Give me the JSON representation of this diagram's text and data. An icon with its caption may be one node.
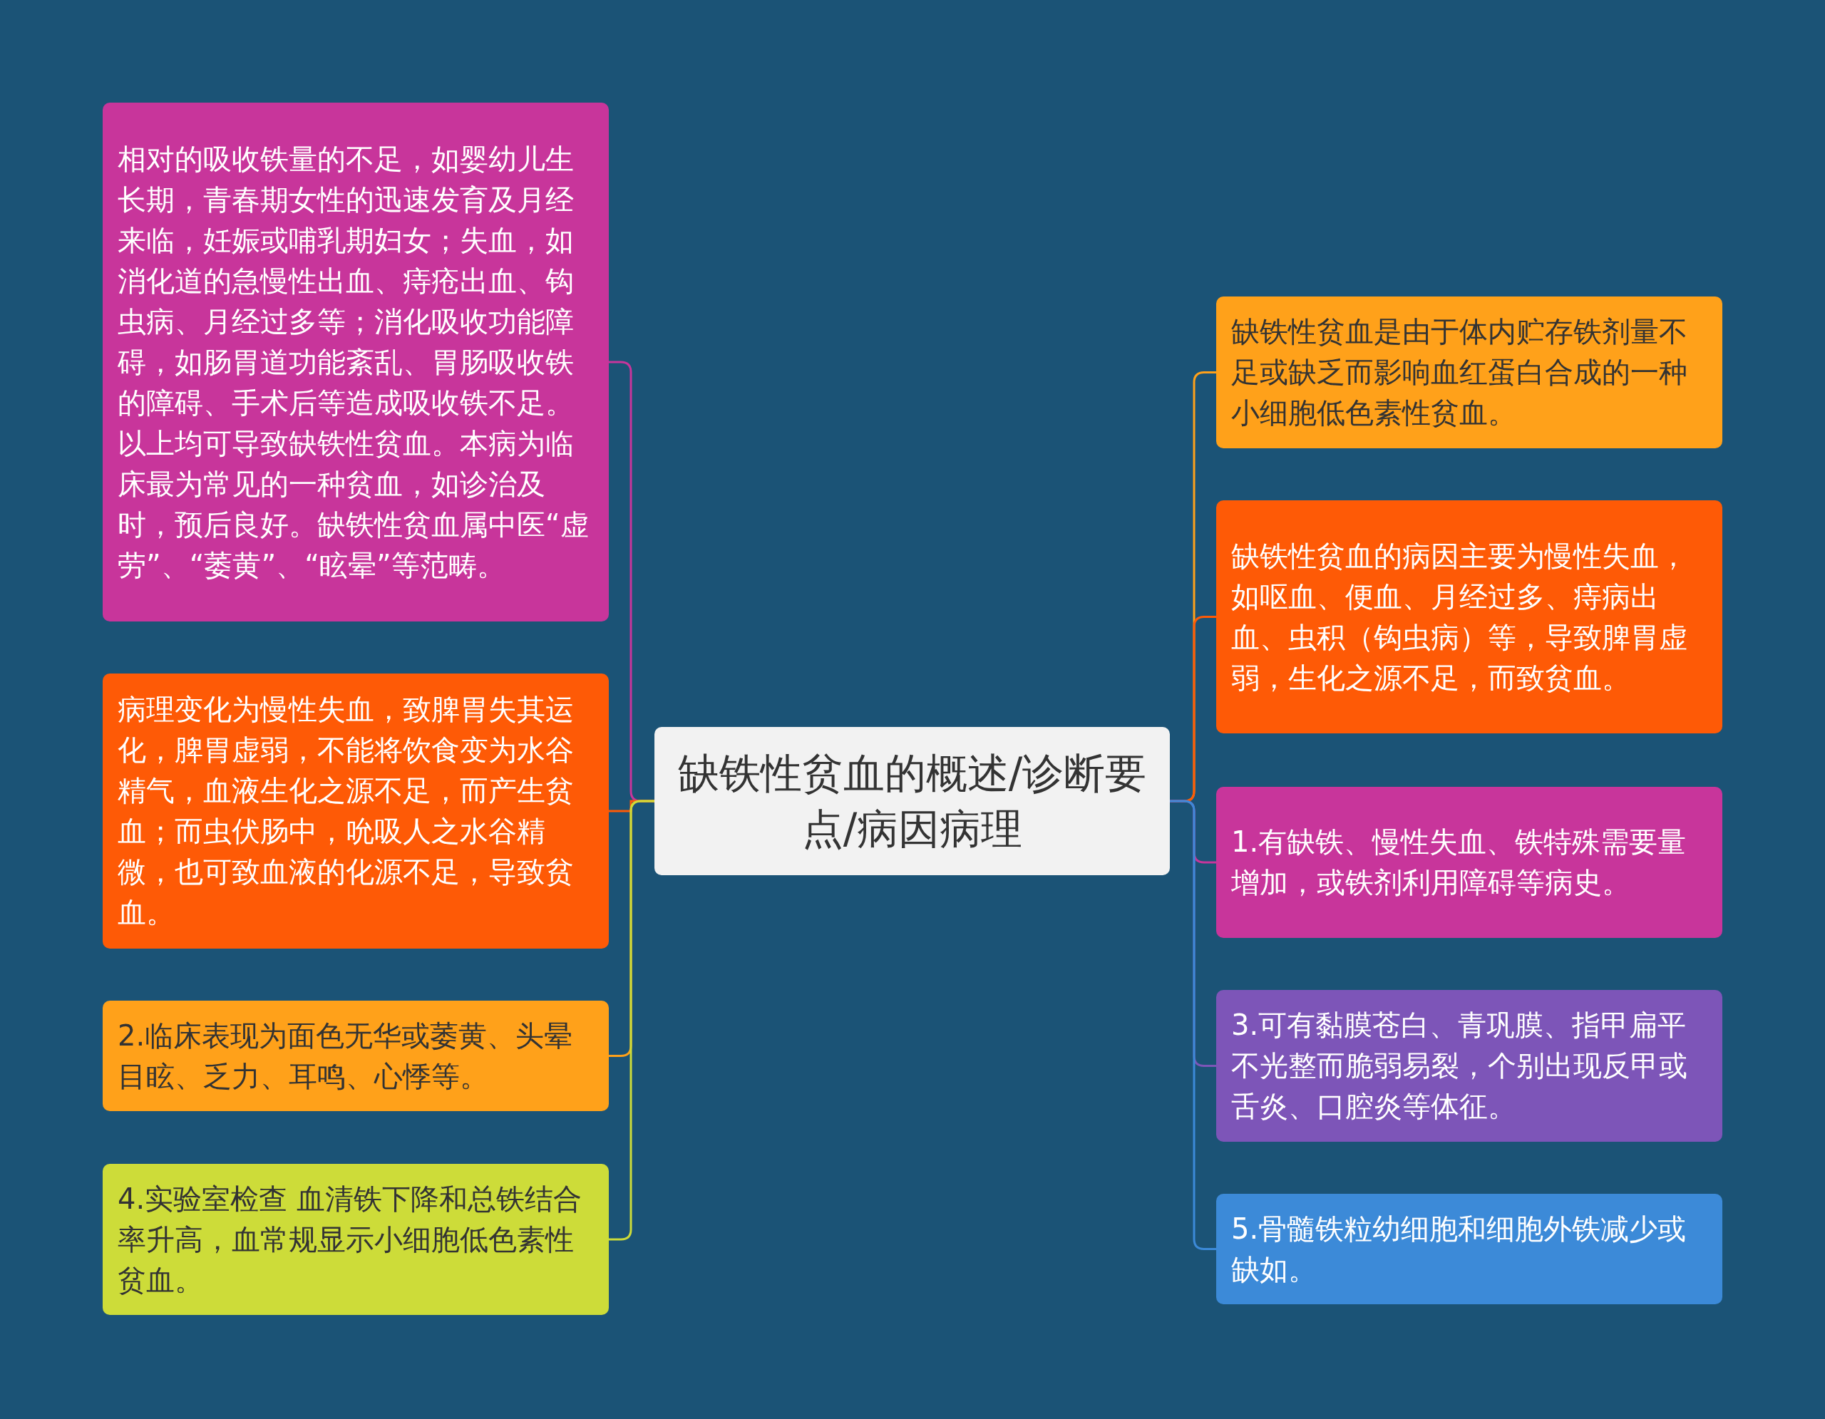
{
  "diagram": {
    "nodes": [
      {
        "text": [
          "缺铁性贫血的概述/诊断要点/病因病理"
        ]
      },
      {
        "text": [
          "相对的吸收铁量的不足，如婴幼儿生长期，青春期女性的迅速发育及月经来临，妊娠或哺乳期妇女；失血，如消化道的急慢性出血、痔疮出血、钩虫病、月经过多等；消化吸收功能障碍，如肠胃道功能紊乱、胃肠吸收铁的障碍、手术后等造成吸收铁不足。以上均可导致缺铁性贫血。本病为临床最为常见的一种贫血，如诊治及时，预后良好。缺铁性贫血属中医“虚劳”、“萎黄”、“眩晕”等范畴。"
        ]
      },
      {
        "text": [
          "病理变化为慢性失血，致脾胃失其运化，脾胃虚弱，不能将饮食变为水谷精气，血液生化之源不足，而产生贫血；而虫伏肠中，吮吸人之水谷精微，也可致血液的化源不足，导致贫血。"
        ]
      },
      {
        "text": [
          "2.临床表现为面色无华或萎黄、头晕目眩、乏力、耳鸣、心悸等。"
        ]
      },
      {
        "text": [
          "4.实验室检查 血清铁下降和总铁结合率升高，血常规显示小细胞低色素性贫血。"
        ]
      },
      {
        "text": [
          "缺铁性贫血是由于体内贮存铁剂量不足或缺乏而影响血红蛋白合成的一种小细胞低色素性贫血。"
        ]
      },
      {
        "text": [
          "缺铁性贫血的病因主要为慢性失血，如呕血、便血、月经过多、痔病出血、虫积（钩虫病）等，导致脾胃虚弱，生化之源不足，而致贫血。"
        ]
      },
      {
        "text": [
          "1.有缺铁、慢性失血、铁特殊需要量增加，或铁剂利用障碍等病史。"
        ]
      },
      {
        "text": [
          "3.可有黏膜苍白、青巩膜、指甲扁平不光整而脆弱易裂，个别出现反甲或舌炎、口腔炎等体征。"
        ]
      },
      {
        "text": [
          "5.骨髓铁粒幼细胞和细胞外铁减少或缺如。"
        ]
      }
    ],
    "edges": [
      {
        "from": 0,
        "to": 1,
        "arrow": "none",
        "color": "#c8359b"
      },
      {
        "from": 0,
        "to": 2,
        "arrow": "none",
        "color": "#fe5a06"
      },
      {
        "from": 0,
        "to": 3,
        "arrow": "none",
        "color": "#ffa11a"
      },
      {
        "from": 0,
        "to": 4,
        "arrow": "none",
        "color": "#cddc39"
      },
      {
        "from": 0,
        "to": 5,
        "arrow": "none",
        "color": "#ffa11a"
      },
      {
        "from": 0,
        "to": 6,
        "arrow": "none",
        "color": "#fe5a06"
      },
      {
        "from": 0,
        "to": 7,
        "arrow": "none",
        "color": "#c8359b"
      },
      {
        "from": 0,
        "to": 8,
        "arrow": "none",
        "color": "#7d55b8"
      },
      {
        "from": 0,
        "to": 9,
        "arrow": "none",
        "color": "#3c8ad8"
      }
    ]
  }
}
